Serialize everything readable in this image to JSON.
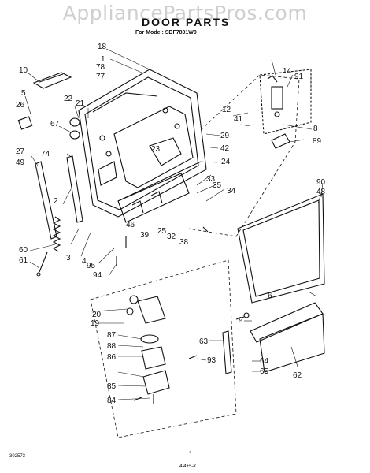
{
  "watermark": "AppliancePartsPros.com",
  "title": "DOOR PARTS",
  "subtitle": "For Model: SDF7801W0",
  "footer": {
    "left_code": "302573",
    "page_number": "4",
    "bottom_note": "4/4+5-8"
  },
  "callouts": [
    "1",
    "2",
    "3",
    "4",
    "5",
    "6",
    "8",
    "9",
    "10",
    "12",
    "14",
    "18",
    "19",
    "20",
    "21",
    "22",
    "23",
    "24",
    "25",
    "26",
    "27",
    "29",
    "32",
    "33",
    "34",
    "35",
    "38",
    "39",
    "41",
    "42",
    "46",
    "48",
    "49",
    "60",
    "61",
    "62",
    "63",
    "64",
    "65",
    "67",
    "74",
    "77",
    "78",
    "84",
    "85",
    "86",
    "87",
    "88",
    "89",
    "90",
    "91",
    "93",
    "94",
    "95"
  ]
}
